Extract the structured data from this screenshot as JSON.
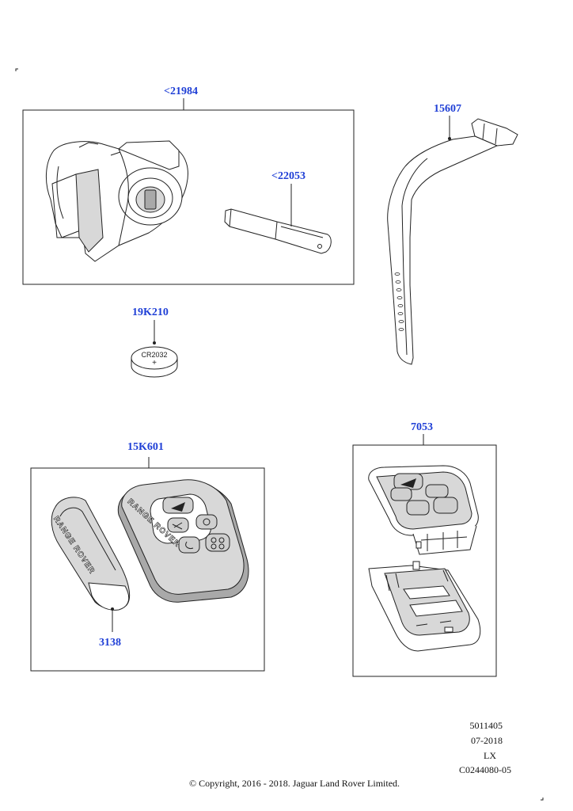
{
  "parts": {
    "ignition_switch": "<21984",
    "emergency_key_blade": "<22053",
    "wristband": "15607",
    "battery": "19K210",
    "battery_label": "CR2032",
    "battery_plus": "+",
    "remote_key": "15K601",
    "key_cover": "3138",
    "remote_case": "7053"
  },
  "remote_branding": "RANGE ROVER",
  "footer": {
    "code_1": "5011405",
    "date": "07-2018",
    "code_2": "LX",
    "illustration_id": "C0244080-05",
    "copyright": "© Copyright, 2016 - 2018. Jaguar Land Rover Limited."
  }
}
